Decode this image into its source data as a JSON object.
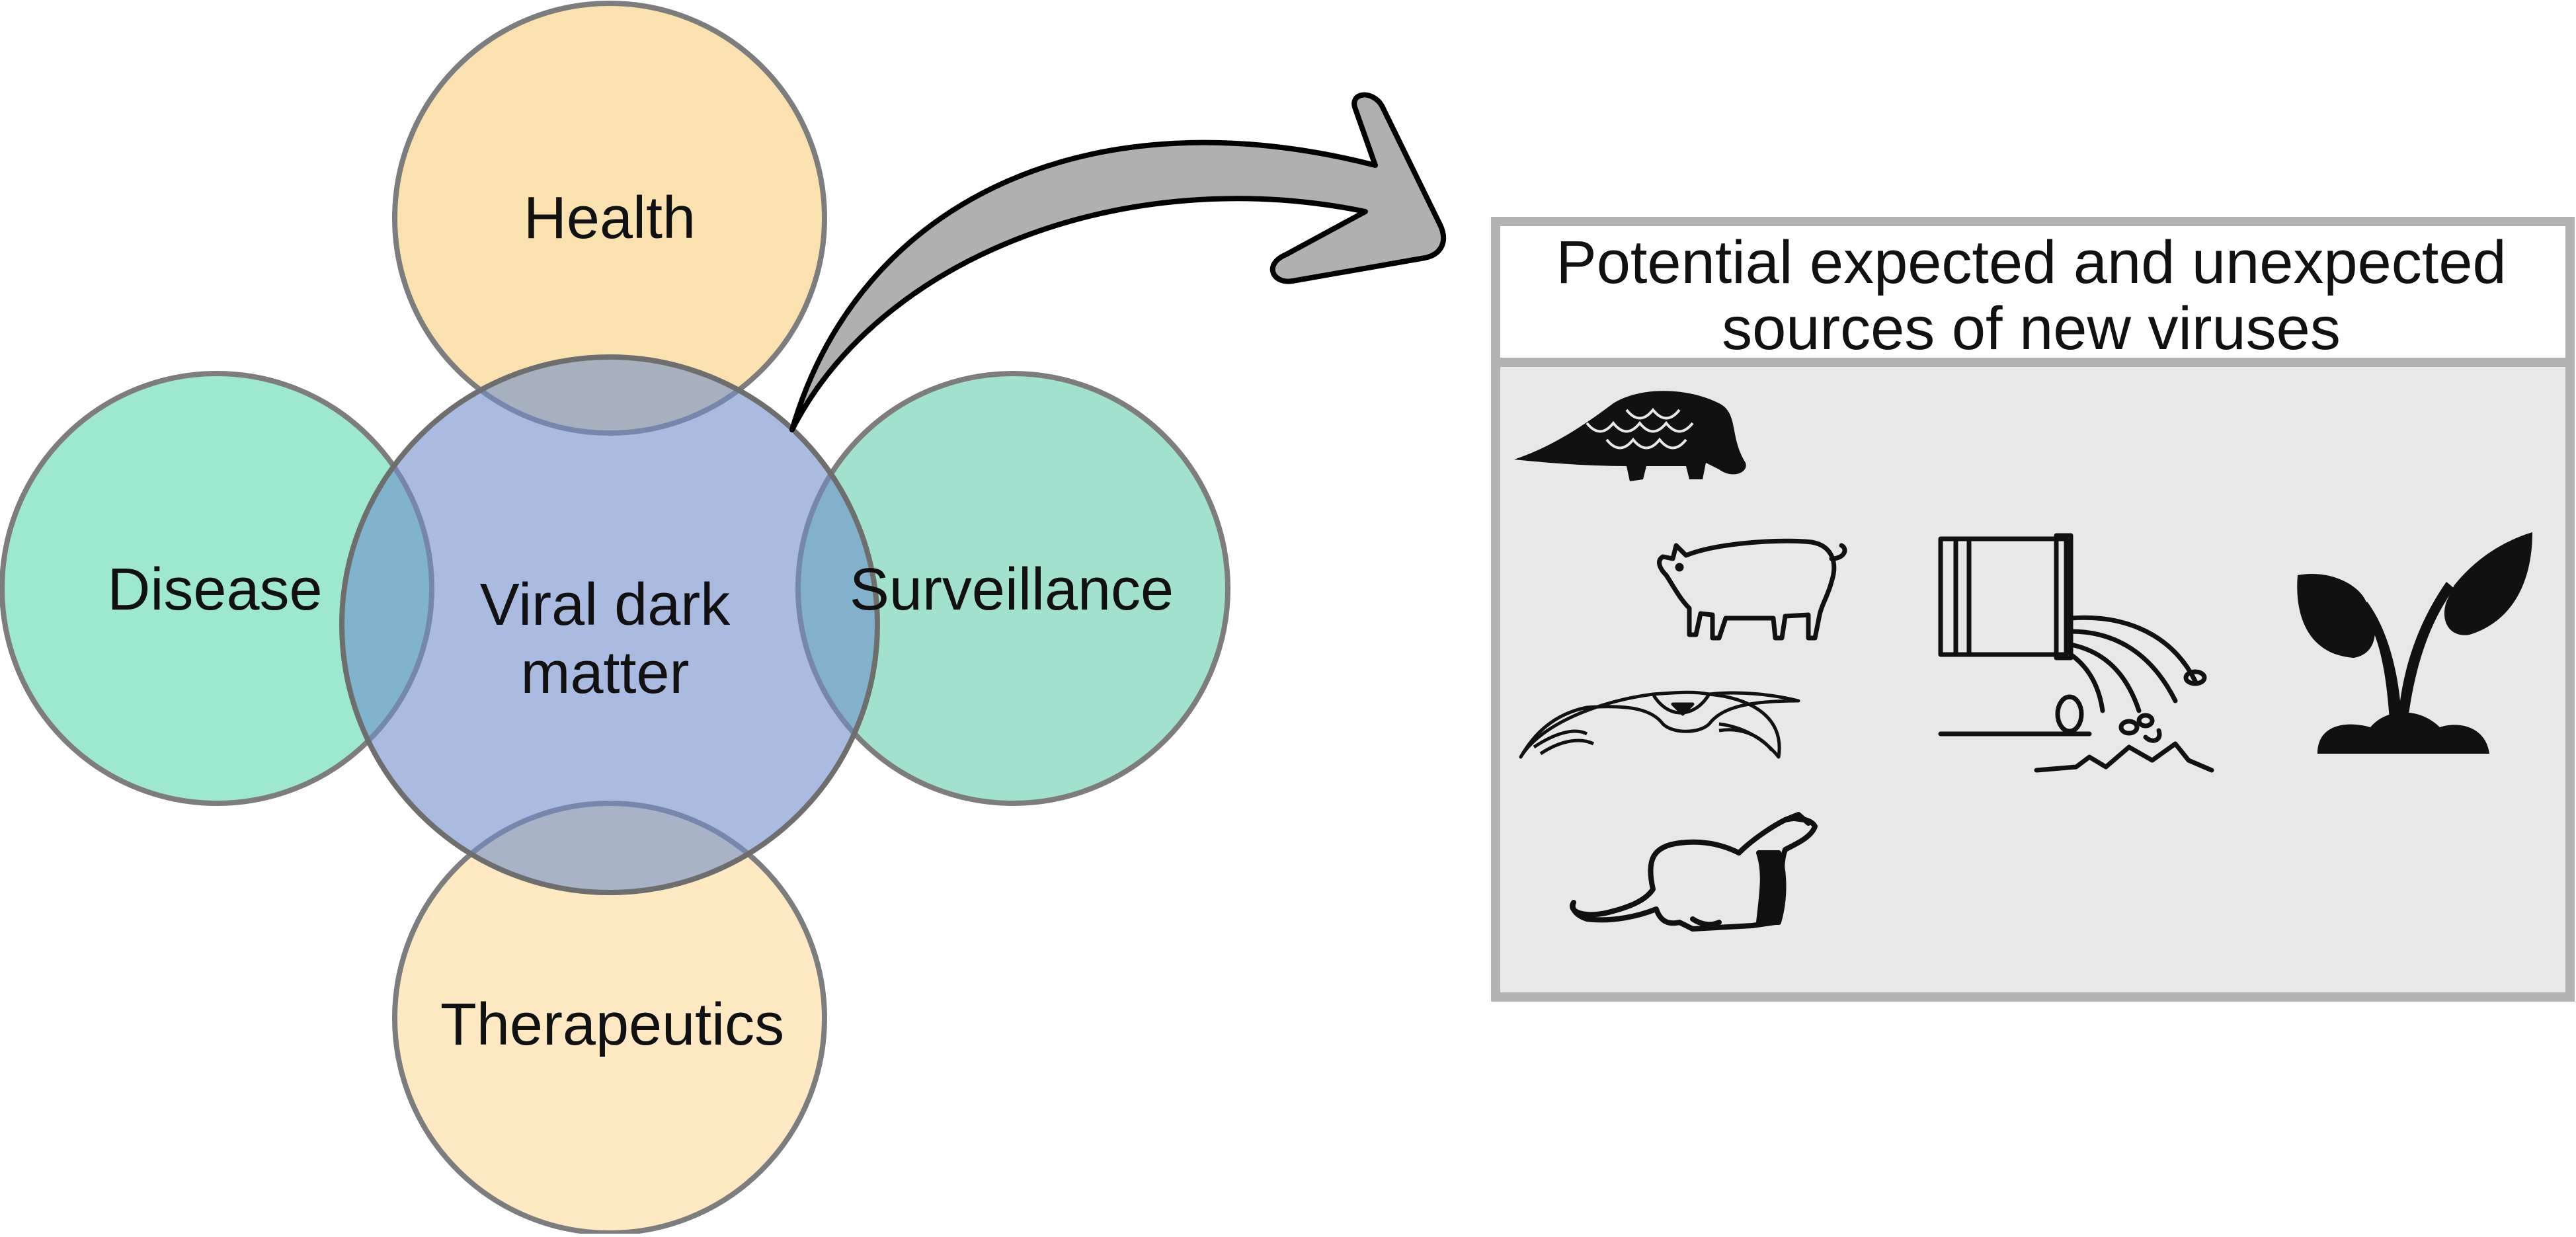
{
  "diagram": {
    "center_label_line1": "Viral dark",
    "center_label_line2": "matter",
    "satellites": {
      "top": "Health",
      "left": "Disease",
      "right": "Surveillance",
      "bottom": "Therapeutics"
    },
    "box": {
      "title_line1": "Potential expected and unexpected",
      "title_line2": "sources of new viruses"
    },
    "icons": [
      "pangolin-icon",
      "pig-icon",
      "bat-icon",
      "ferret-icon",
      "wastewater-pipe-icon",
      "plant-sprout-icon"
    ],
    "colors": {
      "center": "#8aa5d4",
      "top": "#f7d385",
      "bottom": "#fddfa9",
      "left": "#5fd8b0",
      "right": "#6fd1b4",
      "outline": "#7d7d7d",
      "arrow": "#b0b0b0",
      "panel": "#e8e8e8",
      "panel_border": "#b3b3b3"
    }
  }
}
